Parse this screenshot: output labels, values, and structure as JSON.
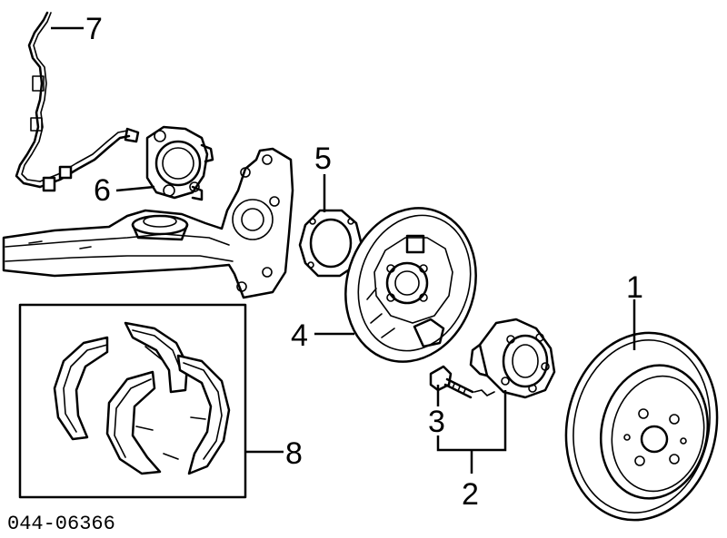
{
  "diagram": {
    "callouts": {
      "c1": "1",
      "c2": "2",
      "c3": "3",
      "c4": "4",
      "c5": "5",
      "c6": "6",
      "c7": "7",
      "c8": "8"
    },
    "code": "044-06366"
  }
}
